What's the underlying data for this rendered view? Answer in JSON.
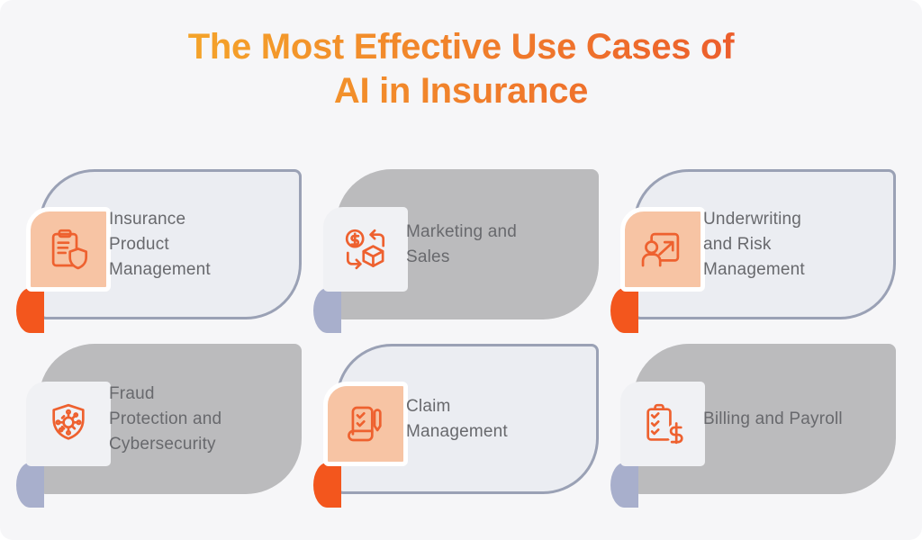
{
  "title": {
    "line1": "The Most Effective Use Cases of",
    "line2": "AI in Insurance"
  },
  "colors": {
    "title_gradient_start": "#f6b02a",
    "title_gradient_end": "#ec5b2c",
    "accent_orange": "#ee612f",
    "tail_orange": "#f3561d",
    "tail_blue_gray": "#a8afcc",
    "peach_tile": "#f7c4a4",
    "white_tile": "#f0f1f4",
    "light_card_fill": "#ebedf2",
    "light_card_border": "#9aa1b5",
    "gray_card_fill": "#bbbbbd",
    "label_text": "#68696d",
    "page_background": "#f6f6f8"
  },
  "cards": [
    {
      "name": "insurance-product-management",
      "variant": "light",
      "icon": "clipboard-shield-icon",
      "label": "Insurance Product Management",
      "lines": [
        "Insurance",
        "Product",
        "Management"
      ]
    },
    {
      "name": "marketing-and-sales",
      "variant": "gray",
      "icon": "money-product-exchange-icon",
      "label": "Marketing and Sales",
      "lines": [
        "Marketing and",
        "Sales"
      ]
    },
    {
      "name": "underwriting-and-risk-management",
      "variant": "light",
      "icon": "person-growth-arrow-icon",
      "label": "Underwriting and Risk Management",
      "lines": [
        "Underwriting",
        "and Risk",
        "Management"
      ]
    },
    {
      "name": "fraud-protection-and-cybersecurity",
      "variant": "gray",
      "icon": "shield-virus-icon",
      "label": "Fraud Protection and Cybersecurity",
      "lines": [
        "Fraud",
        "Protection and",
        "Cybersecurity"
      ]
    },
    {
      "name": "claim-management",
      "variant": "light",
      "icon": "document-checklist-pen-icon",
      "label": "Claim Management",
      "lines": [
        "Claim",
        "Management"
      ]
    },
    {
      "name": "billing-and-payroll",
      "variant": "gray",
      "icon": "checklist-dollar-icon",
      "label": "Billing and Payroll",
      "lines": [
        "Billing and Payroll"
      ]
    }
  ]
}
